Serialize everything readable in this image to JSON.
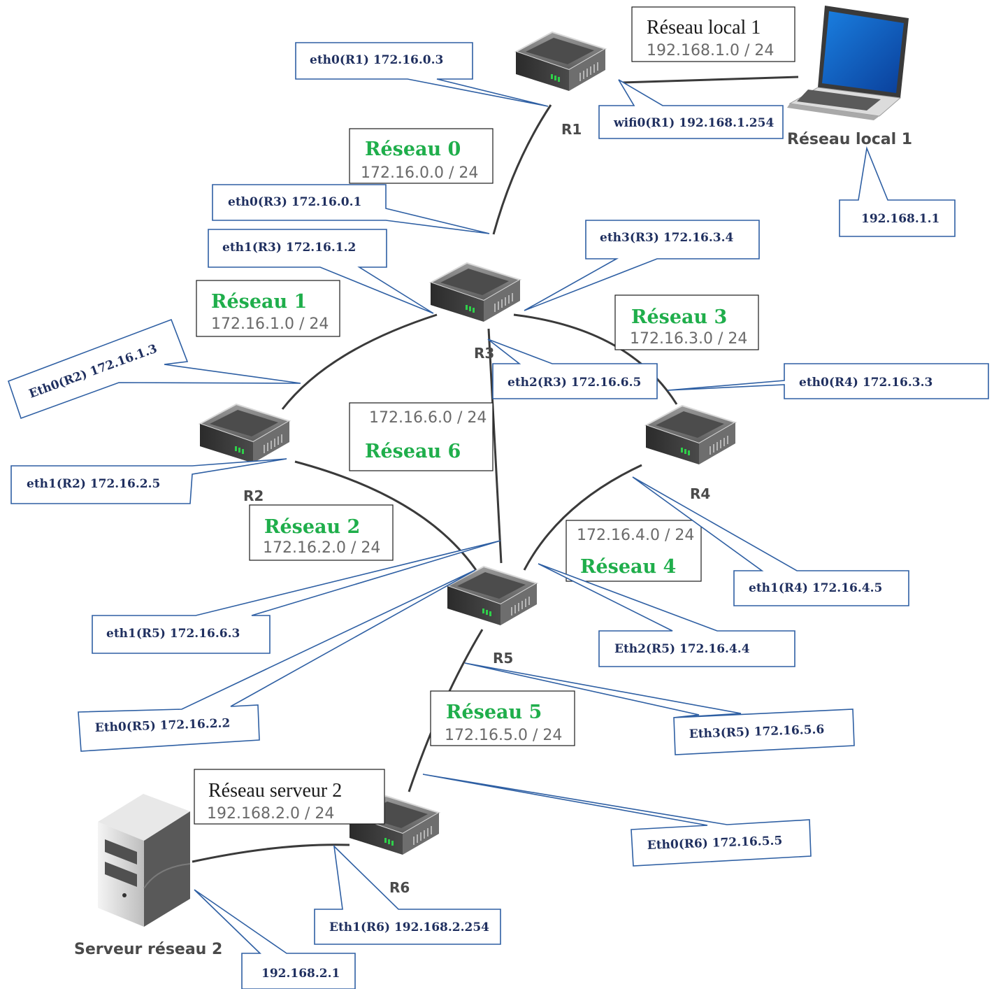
{
  "devices": {
    "r1": "R1",
    "r2": "R2",
    "r3": "R3",
    "r4": "R4",
    "r5": "R5",
    "r6": "R6",
    "laptop": "Réseau local 1",
    "server": "Serveur réseau 2"
  },
  "networks": {
    "local1": {
      "title": "Réseau local 1",
      "cidr": "192.168.1.0 / 24"
    },
    "n0": {
      "title": "Réseau 0",
      "cidr": "172.16.0.0 / 24"
    },
    "n1": {
      "title": "Réseau 1",
      "cidr": "172.16.1.0 / 24"
    },
    "n2": {
      "title": "Réseau 2",
      "cidr": "172.16.2.0 / 24"
    },
    "n3": {
      "title": "Réseau 3",
      "cidr": "172.16.3.0 / 24"
    },
    "n4": {
      "title": "Réseau 4",
      "cidr": "172.16.4.0 / 24"
    },
    "n5": {
      "title": "Réseau 5",
      "cidr": "172.16.5.0 / 24"
    },
    "n6": {
      "title": "Réseau 6",
      "cidr": "172.16.6.0 / 24"
    },
    "server2": {
      "title": "Réseau serveur 2",
      "cidr": "192.168.2.0 / 24"
    }
  },
  "interfaces": {
    "eth0_r1": "eth0(R1)  172.16.0.3",
    "wifi0_r1": "wifi0(R1)  192.168.1.254",
    "laptop_ip": "192.168.1.1",
    "eth0_r3": "eth0(R3)  172.16.0.1",
    "eth1_r3": "eth1(R3)  172.16.1.2",
    "eth3_r3": "eth3(R3)  172.16.3.4",
    "eth2_r3": "eth2(R3)  172.16.6.5",
    "eth0_r2": "Eth0(R2)  172.16.1.3",
    "eth1_r2": "eth1(R2)  172.16.2.5",
    "eth0_r4": "eth0(R4)  172.16.3.3",
    "eth1_r4": "eth1(R4)  172.16.4.5",
    "eth1_r5": "eth1(R5)  172.16.6.3",
    "eth0_r5": "Eth0(R5)  172.16.2.2",
    "eth2_r5": "Eth2(R5)  172.16.4.4",
    "eth3_r5": "Eth3(R5)  172.16.5.6",
    "eth0_r6": "Eth0(R6)  172.16.5.5",
    "eth1_r6": "Eth1(R6)  192.168.2.254",
    "server_ip": "192.168.2.1"
  },
  "colors": {
    "network_title": "#1fae4b",
    "callout_text": "#1f2f5f",
    "callout_border": "#2e5fa3",
    "wire": "#3a3a3a"
  }
}
